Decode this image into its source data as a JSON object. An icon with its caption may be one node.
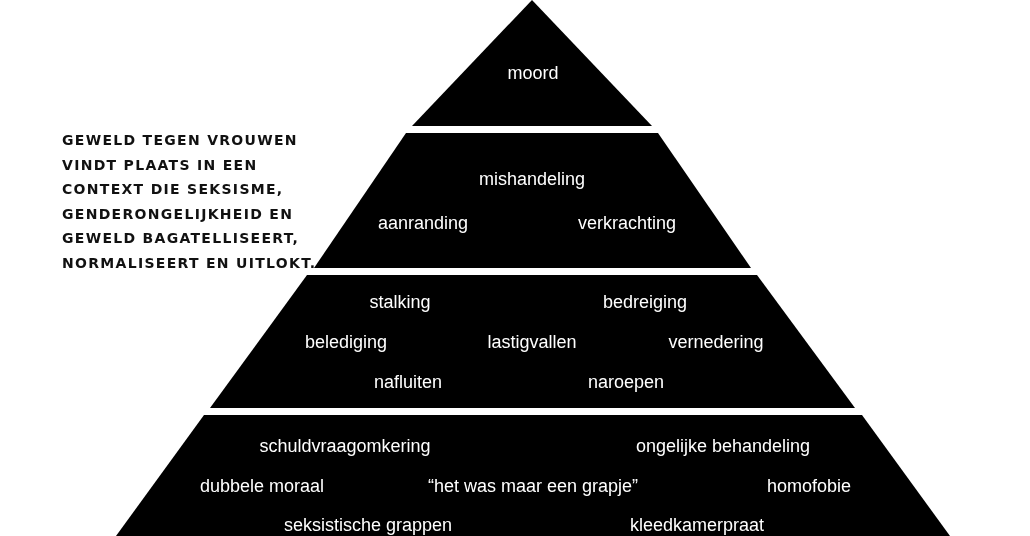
{
  "diagram": {
    "nodes": [
      {
        "text": [
          "moord"
        ]
      },
      {
        "text": [
          "mishandeling",
          "aanranding",
          "verkrachting"
        ]
      },
      {
        "text": [
          "stalking",
          "bedreiging",
          "belediging",
          "lastigvallen",
          "vernedering",
          "nafluiten",
          "naroepen"
        ]
      },
      {
        "text": [
          "schuldvraagomkering",
          "ongelijke behandeling",
          "dubbele moraal",
          "“het was maar een grapje”",
          "homofobie",
          "seksistische grappen",
          "kleedkamerpraat"
        ]
      }
    ],
    "edges": [],
    "labels": [
      "GEWELD TEGEN VROUWEN VINDT PLAATS IN **EEN CONTEXT** DIE SEKSISME, GENDERONGELIJKHEID EN GEWELD BAGATELLISEERT, NORMALISEERT EN UITLOKT."
    ]
  }
}
